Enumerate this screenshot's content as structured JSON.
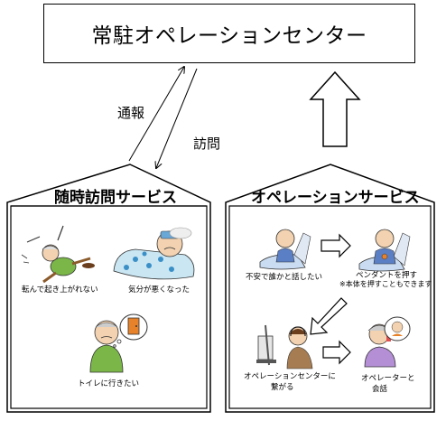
{
  "center": {
    "title": "常駐オペレーションセンター"
  },
  "links": {
    "report_label": "通報",
    "visit_label": "訪問"
  },
  "left_house": {
    "title": "随時訪問サービス",
    "captions": {
      "fall": "転んで起き上がれない",
      "sick": "気分が悪くなった",
      "toilet": "トイレに行きたい"
    }
  },
  "right_house": {
    "title": "オペレーションサービス",
    "captions": {
      "anxious": "不安で誰かと話したい",
      "pendant": "ペンダントを押す",
      "pendant_note": "※本体を押すこともできます",
      "connect_line1": "オペレーションセンターに",
      "connect_line2": "繋がる",
      "talk_line1": "オペレーターと",
      "talk_line2": "会話"
    }
  },
  "colors": {
    "line": "#000000",
    "arrow_fill": "#ffffff",
    "shirt_green": "#7ab648",
    "shirt_blue": "#5b7fc4",
    "phone_orange": "#e8822a"
  }
}
